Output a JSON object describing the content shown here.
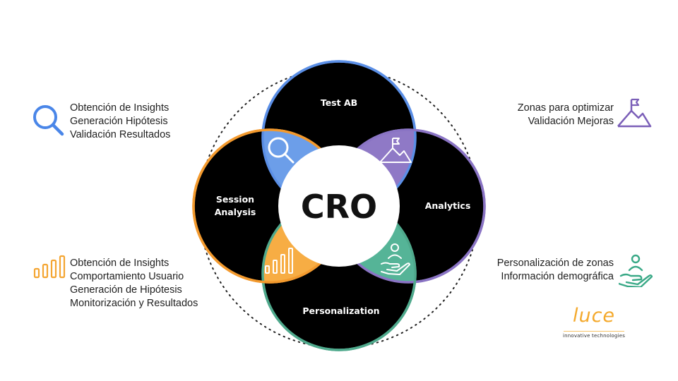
{
  "center": {
    "title": "CRO"
  },
  "rings": {
    "top": {
      "label": "Test AB"
    },
    "right": {
      "label": "Analytics"
    },
    "bottom": {
      "label": "Personalization"
    },
    "left": {
      "label_line1": "Session",
      "label_line2": "Analysis"
    }
  },
  "left_top": {
    "icon": "search-icon",
    "lines": [
      "Obtención de Insights",
      "Generación Hipótesis",
      "Validación Resultados"
    ]
  },
  "left_bottom": {
    "icon": "bar-chart-icon",
    "lines": [
      "Obtención de Insights",
      "Comportamiento Usuario",
      "Generación de Hipótesis",
      "Monitorización y Resultados"
    ]
  },
  "right_top": {
    "icon": "mountain-flag-icon",
    "lines": [
      "Zonas para optimizar",
      "Validación Mejoras"
    ]
  },
  "right_bottom": {
    "icon": "hand-user-icon",
    "lines": [
      "Personalización de zonas",
      "Información demográfica"
    ]
  },
  "logo": {
    "word": "luce",
    "tagline": "innovative technologies"
  },
  "colors": {
    "blue": "#6c9ee9",
    "purple": "#8f79c6",
    "orange": "#f7ad44",
    "teal": "#55b497",
    "ring_fill": "#000000",
    "center_fill": "#ffffff"
  }
}
